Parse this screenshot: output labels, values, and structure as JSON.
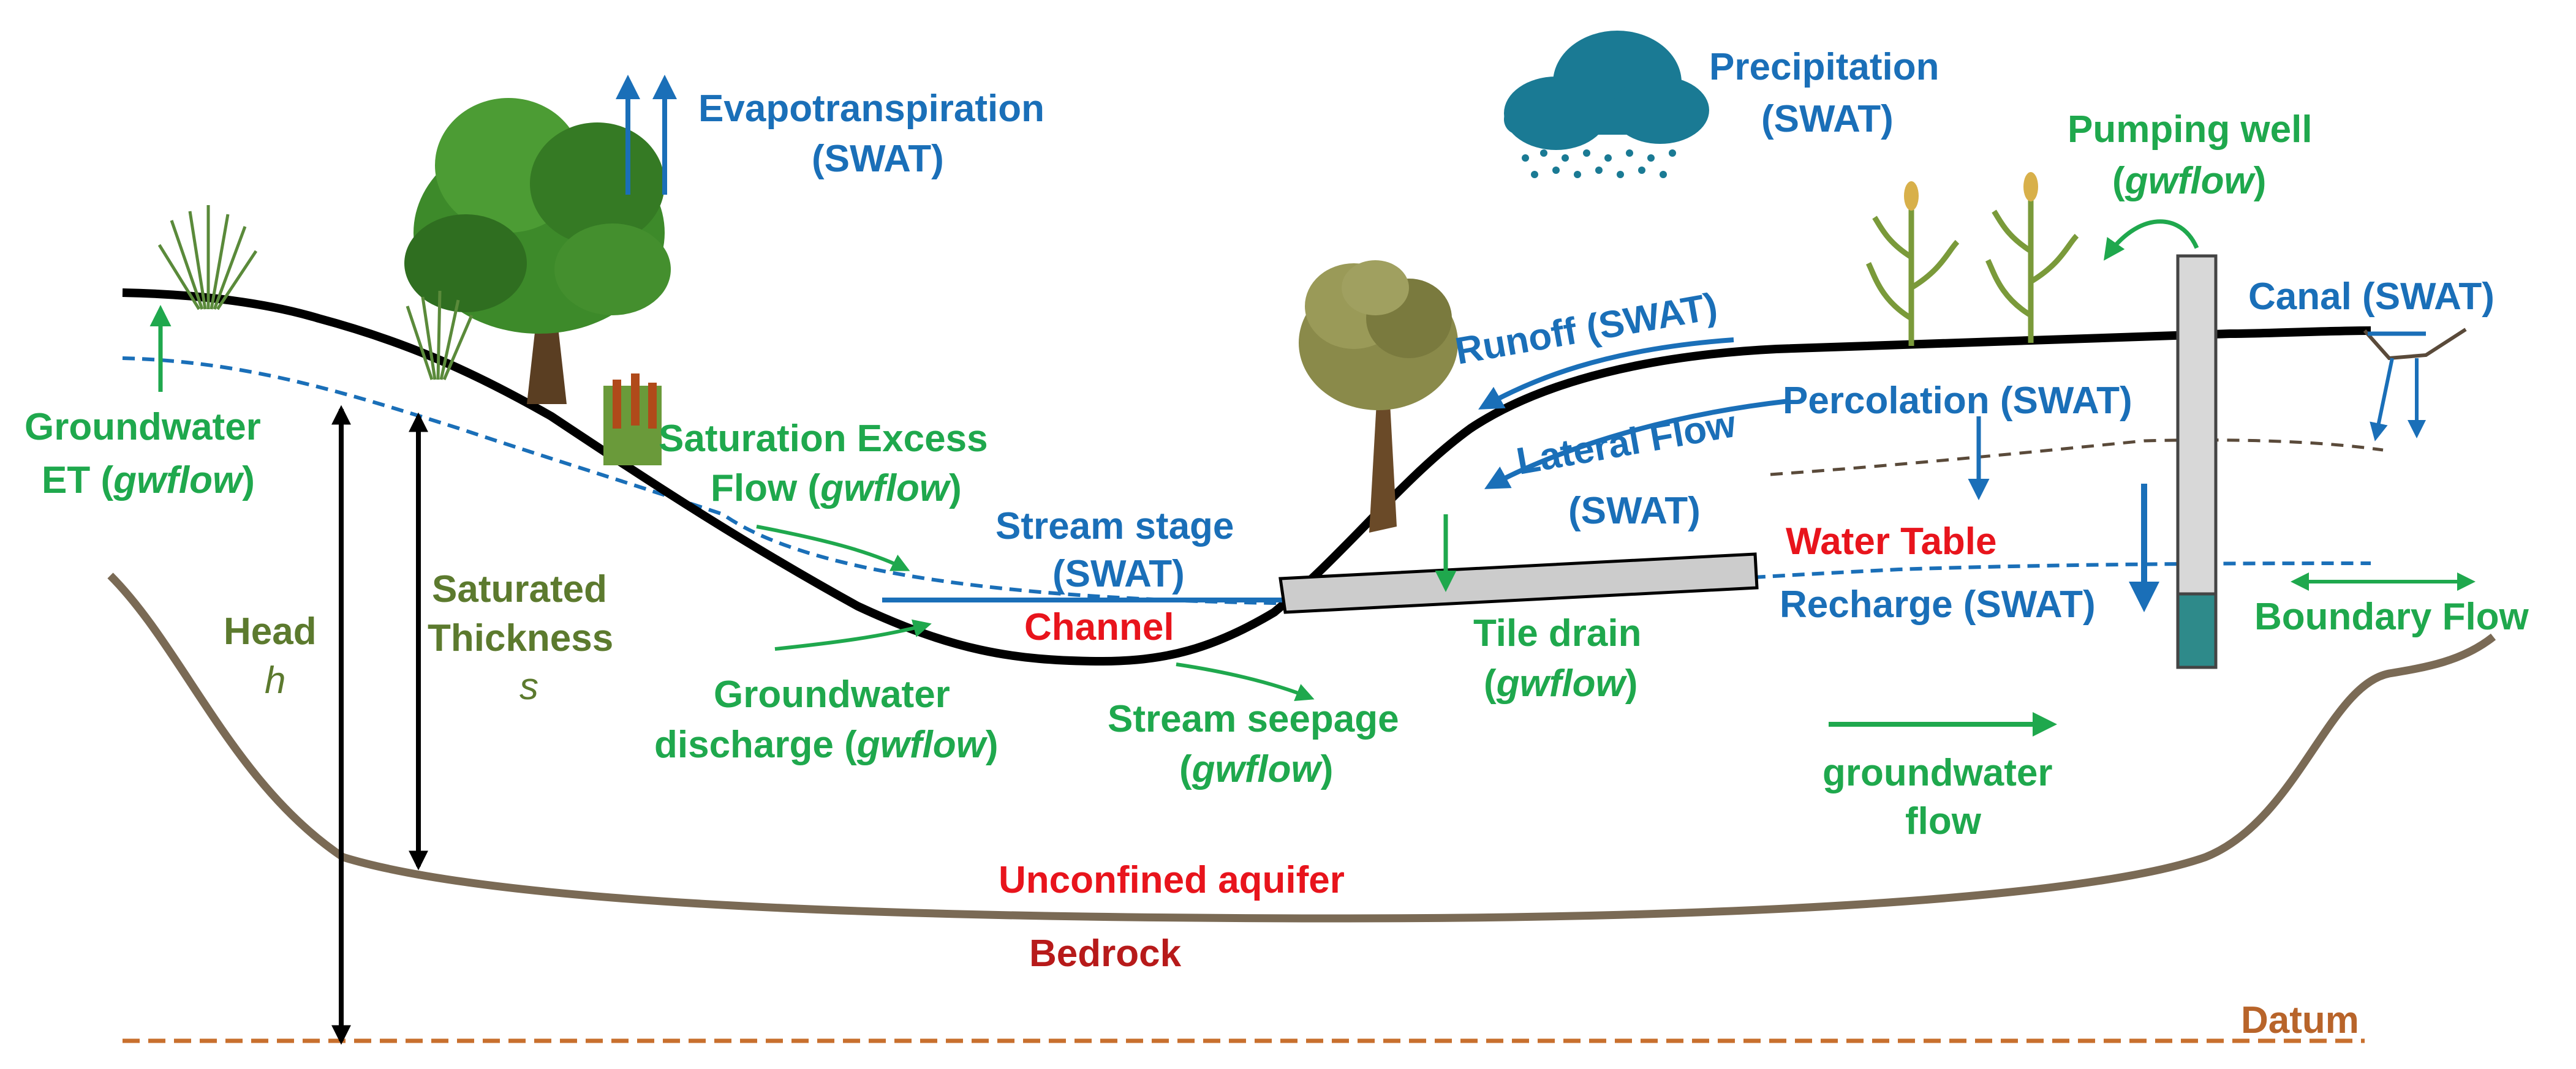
{
  "labels": {
    "evapotranspiration": "Evapotranspiration",
    "evapotranspiration_src": "(SWAT)",
    "precipitation": "Precipitation",
    "precipitation_src": "(SWAT)",
    "pumping_well": "Pumping well",
    "pumping_well_src": "gwflow",
    "canal": "Canal (SWAT)",
    "runoff": "Runoff (SWAT)",
    "percolation": "Percolation (SWAT)",
    "lateral_flow": "Lateral Flow",
    "lateral_flow_src": "(SWAT)",
    "groundwater_et": "Groundwater",
    "groundwater_et_2": "ET (",
    "groundwater_et_src": "gwflow",
    "saturation_excess": "Saturation Excess",
    "saturation_excess_2": "Flow (",
    "saturation_excess_src": "gwflow",
    "stream_stage": "Stream stage",
    "stream_stage_src": "(SWAT)",
    "channel": "Channel",
    "water_table": "Water Table",
    "recharge": "Recharge (SWAT)",
    "boundary_flow": "Boundary Flow",
    "head": "Head",
    "head_symbol": "h",
    "saturated": "Saturated",
    "thickness": "Thickness",
    "thickness_symbol": "s",
    "gw_discharge": "Groundwater",
    "gw_discharge_2": "discharge (",
    "gw_discharge_src": "gwflow",
    "stream_seepage": "Stream seepage",
    "stream_seepage_src": "gwflow",
    "tile_drain": "Tile drain",
    "tile_drain_src": "gwflow",
    "groundwater_flow": "groundwater",
    "groundwater_flow_2": "flow",
    "unconfined_aquifer": "Unconfined aquifer",
    "bedrock": "Bedrock",
    "datum": "Datum",
    "paren_close": ")",
    "paren_open": "("
  },
  "colors": {
    "green": "#1fa84d",
    "blue": "#1a6fb8",
    "red": "#e8141c",
    "darkred": "#b71a1a",
    "olive": "#5c7a2e",
    "bedrock_brown": "#7a6a55",
    "datum_orange": "#c8702e",
    "cloud": "#1a7a94"
  },
  "icons": [
    "cloud-rain-icon",
    "tree-icon",
    "grass-icon",
    "corn-icon",
    "cattail-icon",
    "well-icon"
  ]
}
